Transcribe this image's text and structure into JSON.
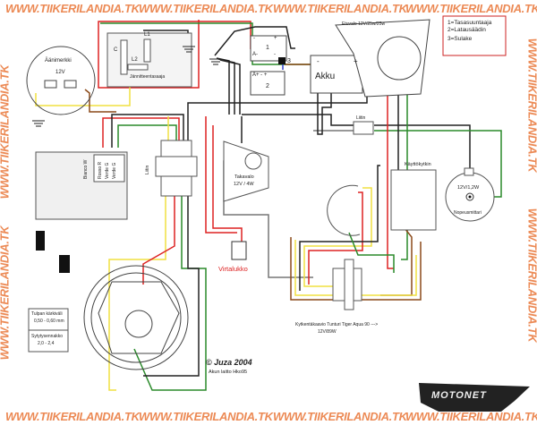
{
  "watermark": "WWW.TIIKERILANDIA.TK",
  "colors": {
    "watermark": "#ec8a55",
    "legend_border": "#cc2222",
    "wire_red": "#d22",
    "wire_green": "#2a8a2a",
    "wire_yellow": "#f0e040",
    "wire_brown": "#8b4a1a",
    "wire_blue": "#3344cc",
    "wire_black": "#222",
    "wire_gray": "#777"
  },
  "legend": [
    "1=Tasasuuntaaja",
    "2=Latausäädin",
    "3=Sulake"
  ],
  "components": {
    "horn": {
      "name": "Äänimerkki",
      "spec": "12V"
    },
    "regulator": {
      "name": "Jännitteentasaaja",
      "c": "C",
      "l1": "L1",
      "l2": "L2"
    },
    "rectifier": {
      "num": "1",
      "minus": "-",
      "plus": "+",
      "a_minus": "A-",
      "minus2": "-"
    },
    "fuse": {
      "num": "3"
    },
    "charge_regulator": {
      "num": "2",
      "terminals": "A+   -   +"
    },
    "battery": {
      "name": "Akku",
      "minus": "-",
      "plus": "+"
    },
    "headlight": {
      "name": "Etuvalo 12V/25w/25w"
    },
    "cdi": {
      "wires": [
        "Bianco  W",
        "Rosso  R",
        "Verde  G",
        "Verde  G"
      ]
    },
    "connector1": {
      "name": "Liitin"
    },
    "connector2": {
      "name": "Liitin"
    },
    "taillight": {
      "name": "Takavalo",
      "spec": "12V / 4W"
    },
    "ignition_switch": {
      "name": "Virtalukko"
    },
    "handlebar_switch": {
      "name": "Käyttökytkin"
    },
    "speedometer": {
      "name": "Nopeusmittari",
      "spec": "12V/1,2W"
    },
    "spark": {
      "gap_label": "Tulpan kärkiväli",
      "gap_value": "0,50 - 0,60 mm",
      "timing_label": "Sytytysennakko",
      "timing_value": "2,0 - 2,4"
    }
  },
  "caption": {
    "title": "Kytkentäkaavio Tunturi Tiger Aqua  90 --->",
    "spec": "12V/89W"
  },
  "credit": {
    "copyright": "© Juza 2004",
    "note": "Akun laitto Hko95"
  },
  "logo": "MOTONET"
}
